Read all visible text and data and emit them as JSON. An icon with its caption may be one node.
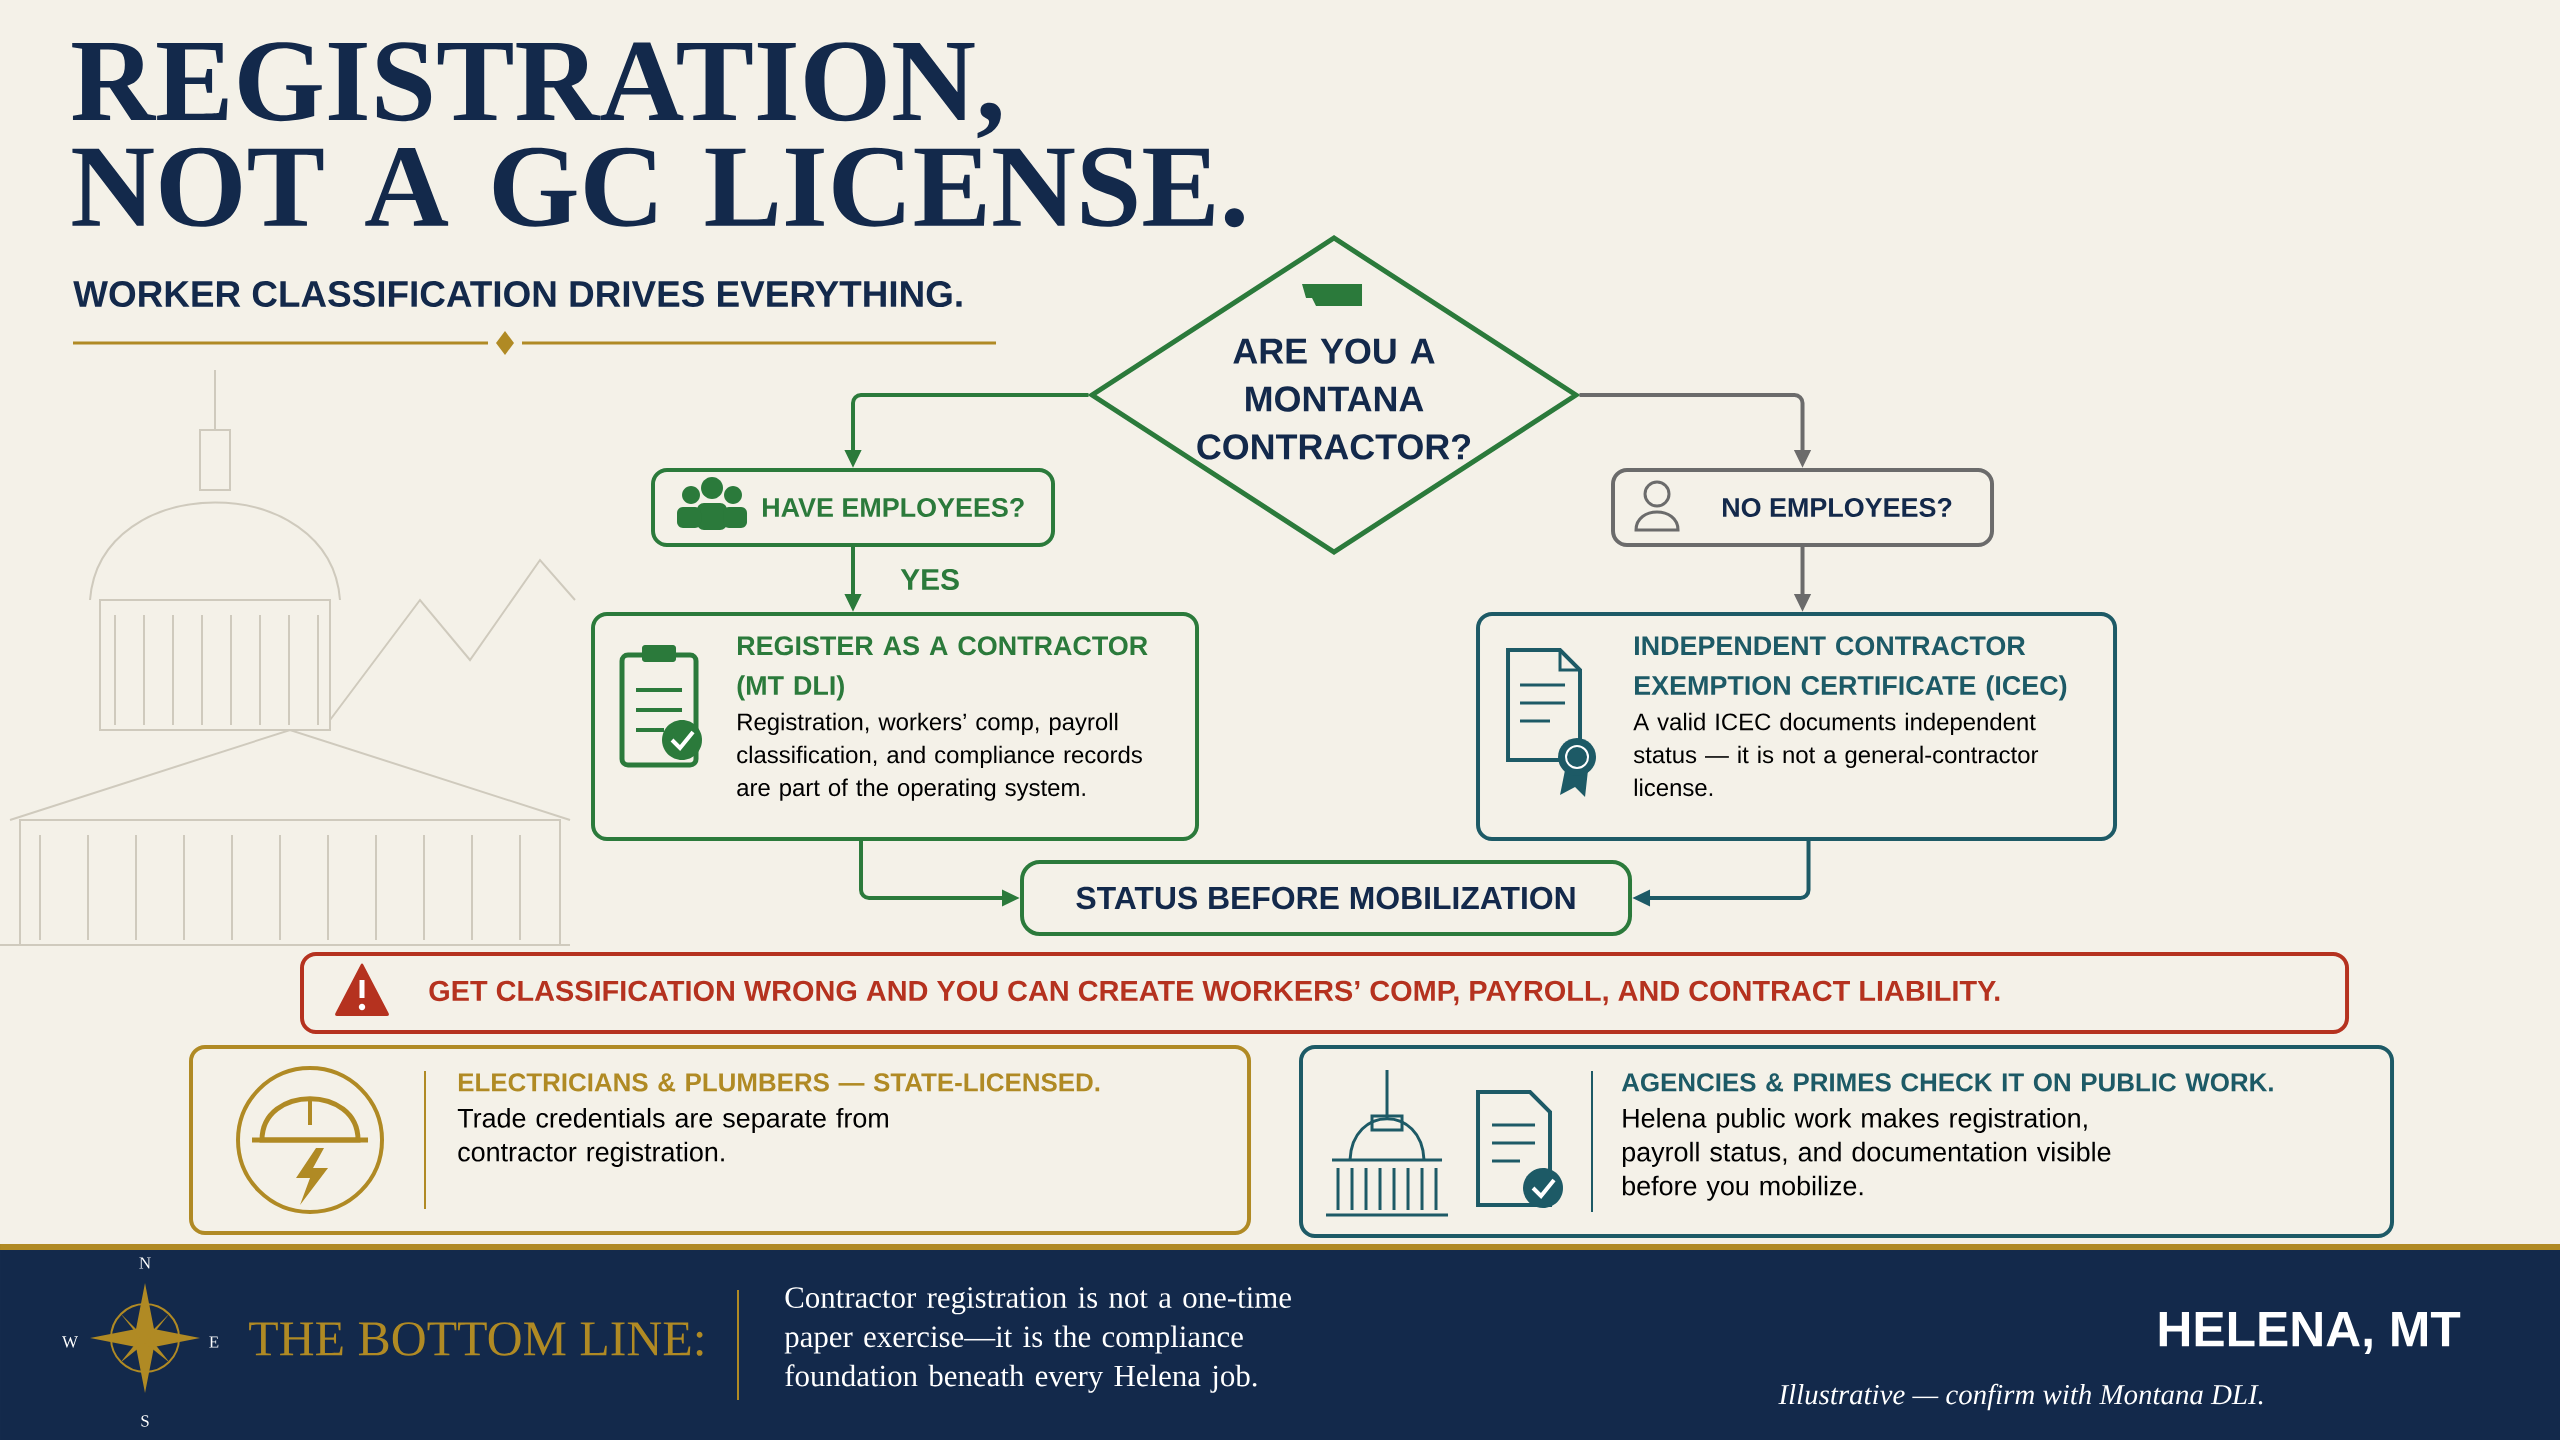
{
  "diagram": {
    "title": "REGISTRATION, NOT A GC LICENSE.",
    "nodes": [
      {
        "text": [
          "ARE YOU A MONTANA CONTRACTOR?"
        ]
      },
      {
        "text": [
          "HAVE EMPLOYEES?"
        ]
      },
      {
        "text": [
          "NO EMPLOYEES?"
        ]
      },
      {
        "text": [
          "REGISTER AS A CONTRACTOR (MT DLI)",
          "Registration, workers’ comp, payroll classification, and compliance records are part of the operating system."
        ]
      },
      {
        "text": [
          "INDEPENDENT CONTRACTOR EXEMPTION CERTIFICATE (ICEC)",
          "A valid ICEC documents independent status — it is not a general-contractor license."
        ]
      },
      {
        "text": [
          "STATUS BEFORE MOBILIZATION"
        ]
      },
      {
        "text": [
          "GET CLASSIFICATION WRONG AND YOU CAN CREATE WORKERS’ COMP, PAYROLL, AND CONTRACT LIABILITY."
        ]
      },
      {
        "text": [
          "ELECTRICIANS & PLUMBERS — STATE-LICENSED.",
          "Trade credentials are separate from contractor registration."
        ]
      },
      {
        "text": [
          "AGENCIES & PRIMES CHECK IT ON PUBLIC WORK.",
          "Helena public work makes registration, payroll status, and documentation visible before you mobilize."
        ]
      }
    ],
    "edges": [
      {
        "from": 0,
        "to": 1,
        "arrow": "to"
      },
      {
        "from": 0,
        "to": 2,
        "arrow": "to",
        "color": "#6b6b6b"
      },
      {
        "from": 1,
        "to": 3,
        "arrow": "to",
        "label": "YES"
      },
      {
        "from": 2,
        "to": 4,
        "arrow": "to",
        "color": "#6b6b6b"
      },
      {
        "from": 3,
        "to": 5,
        "arrow": "to"
      },
      {
        "from": 4,
        "to": 5,
        "arrow": "to",
        "color": "#1d5a66"
      }
    ],
    "labels": [
      "WORKER CLASSIFICATION DRIVES EVERYTHING.",
      "N",
      "W",
      "E",
      "S",
      "THE BOTTOM LINE:",
      "Contractor registration is not a one-time paper exercise—it is the compliance foundation beneath every Helena job.",
      "HELENA, MT",
      "Illustrative — confirm with Montana DLI."
    ]
  }
}
